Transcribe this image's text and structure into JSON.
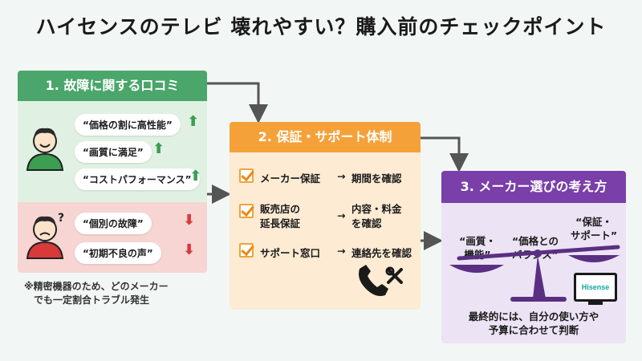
{
  "title": "ハイセンスのテレビ 壊れやすい？購入前のチェックポイント",
  "panel1": {
    "heading": "1. 故障に関する口コミ",
    "positive": [
      "“価格の割に高性能”",
      "“画質に満足”",
      "“コストパフォーマンス”"
    ],
    "negative": [
      "“個別の故障”",
      "“初期不良の声”"
    ],
    "note_lines": [
      "※精密機器のため、どのメーカー",
      "でも一定割合トラブル発生"
    ]
  },
  "panel2": {
    "heading": "2. 保証・サポート体制",
    "rows": [
      {
        "item": [
          "メーカー保証"
        ],
        "result": [
          "期間を確認"
        ]
      },
      {
        "item": [
          "販売店の",
          "延長保証"
        ],
        "result": [
          "内容・料金",
          "を確認"
        ]
      },
      {
        "item": [
          "サポート窓口"
        ],
        "result": [
          "連絡先を確認"
        ]
      }
    ],
    "arrow_glyph": "→"
  },
  "panel3": {
    "heading": "3. メーカー選びの考え方",
    "left_label": [
      "“画質・",
      "機能”"
    ],
    "middle_label": [
      "“価格との",
      "バランス”"
    ],
    "right_label": [
      "“保証・",
      "サポート”"
    ],
    "tv_brand": "Hisense",
    "conclusion": [
      "最終的には、自分の使い方や",
      "予算に合わせて判断"
    ]
  },
  "colors": {
    "green": "#4aa66a",
    "orange": "#f5a13a",
    "purple": "#7a3fa8",
    "red": "#d83a3a",
    "arrow": "#555555"
  }
}
